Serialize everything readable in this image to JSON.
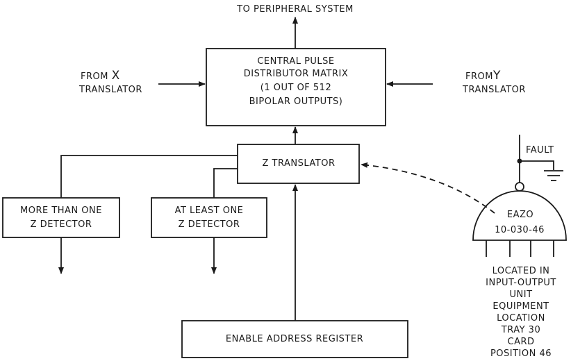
{
  "top_label": "TO PERIPHERAL SYSTEM",
  "central_box": {
    "line1": "CENTRAL PULSE",
    "line2": "DISTRIBUTOR MATRIX",
    "line3": "(1 OUT OF 512",
    "line4": "BIPOLAR OUTPUTS)"
  },
  "from_x": {
    "prefix": "FROM",
    "letter": "X",
    "line2": "TRANSLATOR"
  },
  "from_y": {
    "prefix": "FROM",
    "letter": "Y",
    "line2": "TRANSLATOR"
  },
  "z_translator": "Z TRANSLATOR",
  "more_than_one": {
    "line1": "MORE THAN ONE",
    "line2": "Z DETECTOR"
  },
  "at_least_one": {
    "line1": "AT LEAST ONE",
    "line2": "Z DETECTOR"
  },
  "enable_register": "ENABLE ADDRESS REGISTER",
  "fault_label": "FAULT",
  "eazo": {
    "name": "EAZO",
    "code": "10-030-46"
  },
  "location_note": [
    "LOCATED IN",
    "INPUT-OUTPUT",
    "UNIT",
    "EQUIPMENT",
    "LOCATION",
    "TRAY 30",
    "CARD",
    "POSITION 46"
  ]
}
